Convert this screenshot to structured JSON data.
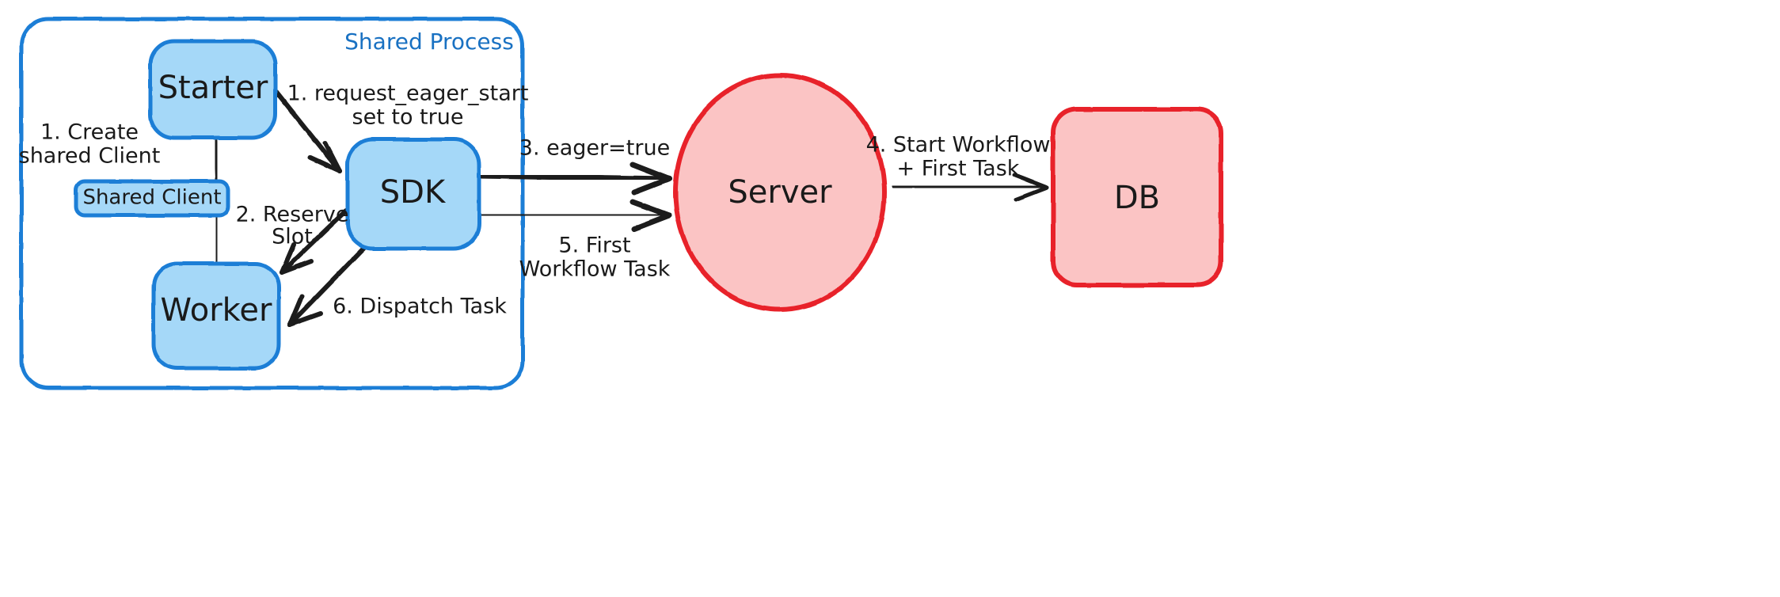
{
  "diagram": {
    "title": "Eager Workflow Start — Shared Process sequence",
    "colors": {
      "blue_stroke": "#1c7ed6",
      "blue_fill": "#a5d8f8",
      "red_stroke": "#e8232a",
      "red_fill": "#fbc4c4",
      "text": "#1a1a1a",
      "group_label": "#1971c2",
      "background": "#ffffff"
    },
    "group": {
      "label": "Shared Process"
    },
    "nodes": [
      {
        "id": "starter",
        "label": "Starter",
        "shape": "rounded-rect",
        "color": "blue"
      },
      {
        "id": "shared-client",
        "label": "Shared Client",
        "shape": "rounded-rect",
        "color": "blue"
      },
      {
        "id": "worker",
        "label": "Worker",
        "shape": "rounded-rect",
        "color": "blue"
      },
      {
        "id": "sdk",
        "label": "SDK",
        "shape": "rounded-rect",
        "color": "blue"
      },
      {
        "id": "server",
        "label": "Server",
        "shape": "ellipse",
        "color": "red"
      },
      {
        "id": "db",
        "label": "DB",
        "shape": "rounded-rect",
        "color": "red"
      }
    ],
    "edges": [
      {
        "id": "e1",
        "from": "starter",
        "to": "shared-client",
        "label_line1": "1. Create",
        "label_line2": "shared Client",
        "arrow": false
      },
      {
        "id": "e2",
        "from": "starter",
        "to": "sdk",
        "label_line1": "1. request_eager_start",
        "label_line2": "set to true",
        "arrow": true
      },
      {
        "id": "e3",
        "from": "sdk",
        "to": "worker",
        "label_line1": "2. Reserve",
        "label_line2": "Slot",
        "arrow": true
      },
      {
        "id": "e4",
        "from": "sdk",
        "to": "server",
        "label_line1": "3. eager=true",
        "label_line2": "",
        "arrow": true
      },
      {
        "id": "e5",
        "from": "server",
        "to": "db",
        "label_line1": "4. Start Workflow",
        "label_line2": "+ First Task",
        "arrow": true
      },
      {
        "id": "e6",
        "from": "server",
        "to": "sdk",
        "label_line1": "5. First",
        "label_line2": "Workflow Task",
        "arrow": true
      },
      {
        "id": "e7",
        "from": "sdk",
        "to": "worker",
        "label_line1": "6. Dispatch Task",
        "label_line2": "",
        "arrow": true
      }
    ],
    "labels": {
      "create_shared_client_l1": "1. Create",
      "create_shared_client_l2": "shared Client",
      "request_eager_start_l1": "1. request_eager_start",
      "request_eager_start_l2": "set to true",
      "reserve_slot_l1": "2. Reserve",
      "reserve_slot_l2": "Slot",
      "eager_true": "3. eager=true",
      "start_workflow_l1": "4. Start Workflow",
      "start_workflow_l2": "+ First Task",
      "first_workflow_task_l1": "5. First",
      "first_workflow_task_l2": "Workflow Task",
      "dispatch_task": "6. Dispatch Task"
    }
  }
}
